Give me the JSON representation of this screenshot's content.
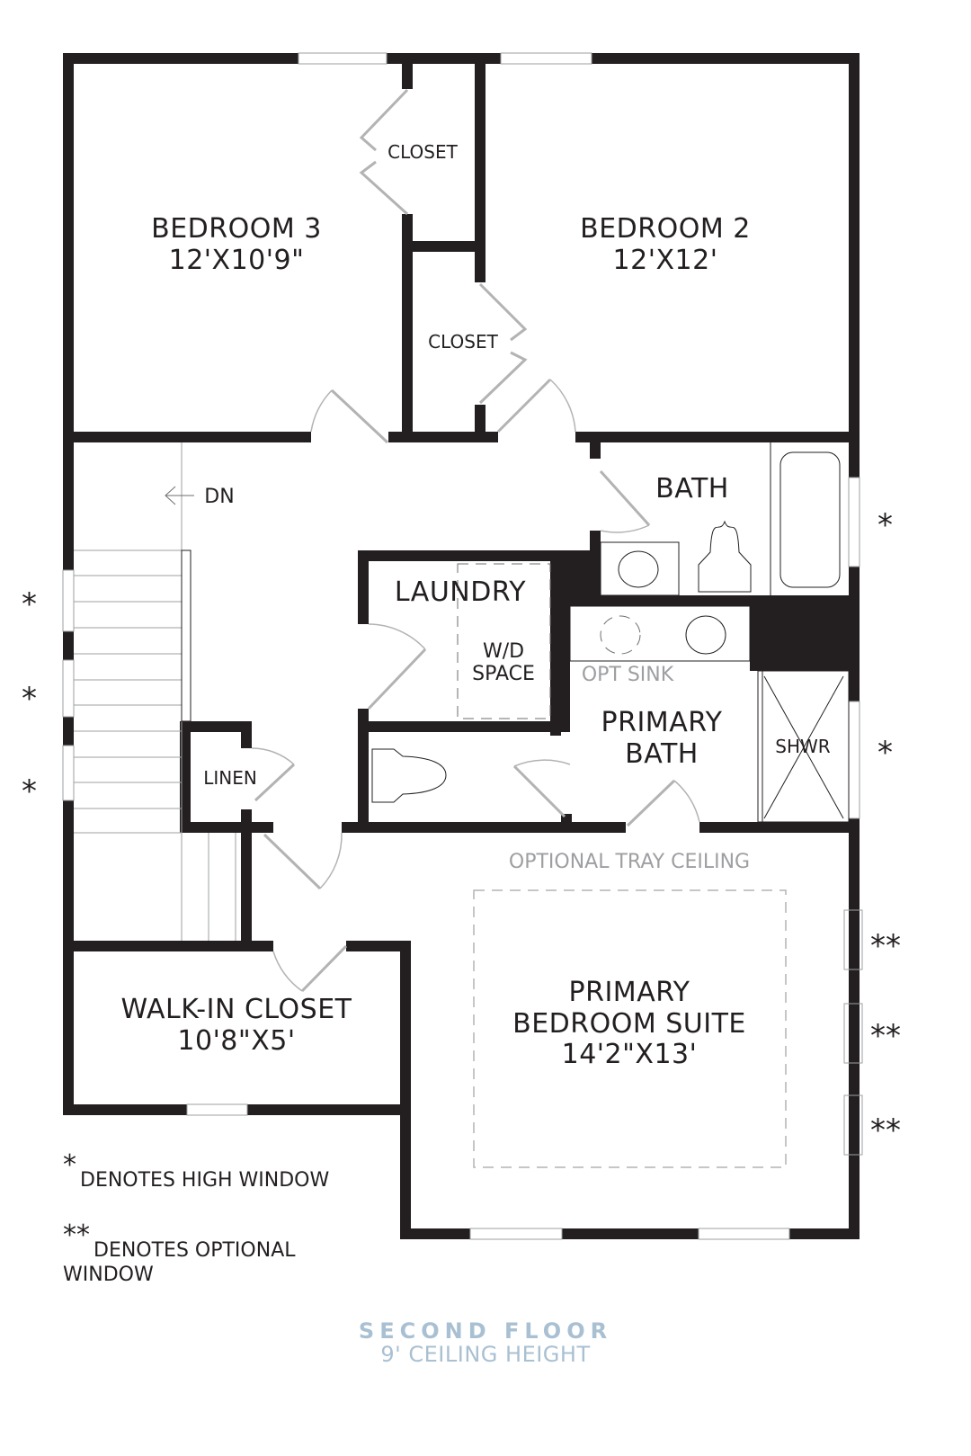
{
  "plan": {
    "title": "SECOND FLOOR",
    "subtitle": "9' CEILING HEIGHT",
    "colors": {
      "wall": "#231f20",
      "fixture": "#231f20",
      "door": "#b3b3b3",
      "annotation": "#9d9fa2",
      "footer": "#a9c0d2"
    }
  },
  "rooms": {
    "bedroom3": {
      "name": "BEDROOM 3",
      "size": "12'X10'9\""
    },
    "bedroom2": {
      "name": "BEDROOM 2",
      "size": "12'X12'"
    },
    "closet_top": {
      "name": "CLOSET"
    },
    "closet_mid": {
      "name": "CLOSET"
    },
    "bath": {
      "name": "BATH"
    },
    "laundry": {
      "name": "LAUNDRY",
      "wd_line1": "W/D",
      "wd_line2": "SPACE"
    },
    "primary_bath": {
      "line1": "PRIMARY",
      "line2": "BATH",
      "opt_sink": "OPT SINK",
      "shower": "SHWR"
    },
    "linen": {
      "name": "LINEN"
    },
    "walkin": {
      "name": "WALK-IN CLOSET",
      "size": "10'8\"X5'"
    },
    "primary_suite": {
      "line1": "PRIMARY",
      "line2": "BEDROOM SUITE",
      "size": "14'2\"X13'",
      "tray": "OPTIONAL TRAY CEILING"
    }
  },
  "stairs": {
    "direction_label": "DN"
  },
  "markers": {
    "high_window": "*",
    "optional_window": "**"
  },
  "legend": {
    "high_symbol": "*",
    "high_text": "DENOTES HIGH WINDOW",
    "optional_symbol": "**",
    "optional_text_line1": "DENOTES OPTIONAL",
    "optional_text_line2": "WINDOW"
  }
}
